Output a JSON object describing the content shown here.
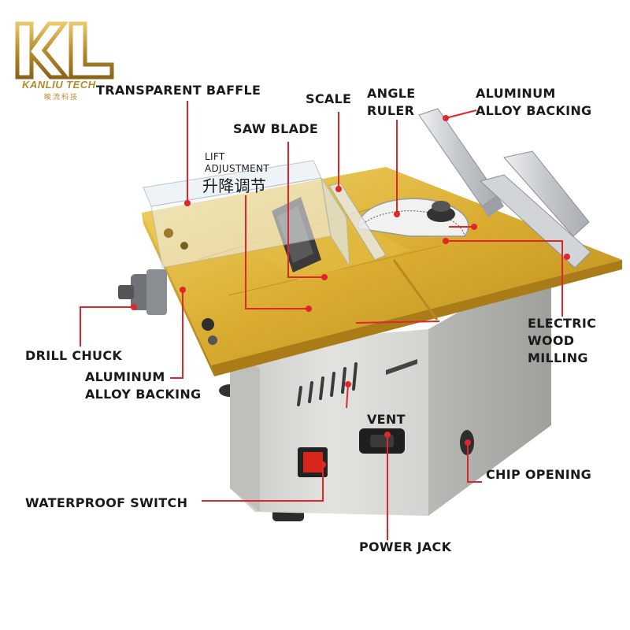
{
  "brand": {
    "logo_letters": "KL",
    "name": "KANLIU TECH",
    "name_cn": "畯流科技"
  },
  "labels": {
    "transparent_baffle": "TRANSPARENT BAFFLE",
    "scale": "SCALE",
    "angle_ruler_1": "ANGLE",
    "angle_ruler_2": "RULER",
    "aluminum_backing_top_1": "ALUMINUM",
    "aluminum_backing_top_2": "ALLOY BACKING",
    "saw_blade": "SAW BLADE",
    "lift_adjustment_1": "LIFT",
    "lift_adjustment_2": "ADJUSTMENT",
    "lift_adjustment_cn": "升降调节",
    "drill_chuck": "DRILL CHUCK",
    "aluminum_backing_left_1": "ALUMINUM",
    "aluminum_backing_left_2": "ALLOY BACKING",
    "electric_wood_milling_1": "ELECTRIC",
    "electric_wood_milling_2": "WOOD",
    "electric_wood_milling_3": "MILLING",
    "vent": "VENT",
    "chip_opening": "CHIP OPENING",
    "waterproof_switch": "WATERPROOF SWITCH",
    "power_jack": "POWER JACK"
  },
  "colors": {
    "callout": "#e0262b",
    "gold": "#d4a62a",
    "body": "#d9dad6",
    "aluminum": "#c8ccd0",
    "switch": "#d9261c"
  }
}
